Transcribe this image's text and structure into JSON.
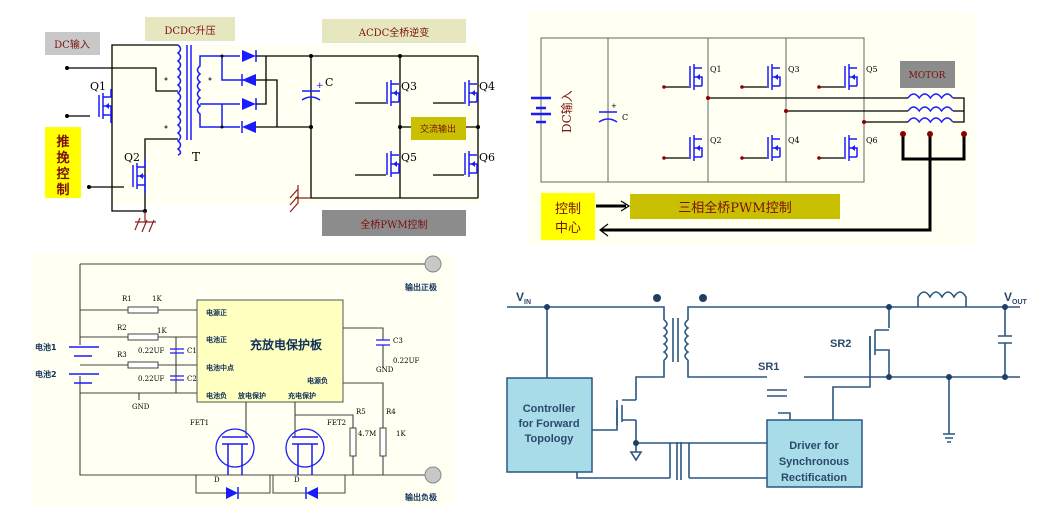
{
  "panel1": {
    "dc_input": "DC输入",
    "dcdc_boost": "DCDC升压",
    "acdc_inverter": "ACDC全桥逆变",
    "push_pull_control": [
      "推",
      "挽",
      "控",
      "制"
    ],
    "q1": "Q1",
    "q2": "Q2",
    "q3": "Q3",
    "q4": "Q4",
    "q5": "Q5",
    "q6": "Q6",
    "transformer": "T",
    "capacitor": "C",
    "ac_output": "交流输出",
    "full_bridge_pwm": "全桥PWM控制",
    "colors": {
      "gray_label": "#c8c8c8",
      "olive_label": "#e6e6bf",
      "yellow": "#ffff00",
      "ac_output": "#c8c000",
      "pwm_box": "#8c8c8c"
    }
  },
  "panel2": {
    "dc_input": "DC输入",
    "capacitor": "C",
    "q1": "Q1",
    "q2": "Q2",
    "q3": "Q3",
    "q4": "Q4",
    "q5": "Q5",
    "q6": "Q6",
    "motor": "MOTOR",
    "control_center": [
      "控制",
      "中心"
    ],
    "three_phase_pwm": "三相全桥PWM控制"
  },
  "panel3": {
    "output_positive": "输出正极",
    "output_negative": "输出负极",
    "battery1": "电池1",
    "battery2": "电池2",
    "r1": "R1",
    "r1_val": "1K",
    "r2": "R2",
    "r2_val": "1K",
    "r3": "R3",
    "c1": "C1",
    "c1_val": "0.22UF",
    "c2": "C2",
    "c2_val": "0.22UF",
    "c3": "C3",
    "c3_val": "0.22UF",
    "gnd": "GND",
    "chip_title": "充放电保护板",
    "pin_power_pos": "电源正",
    "pin_batt_pos": "电池正",
    "pin_batt_mid": "电池中点",
    "pin_batt_neg": "电池负",
    "pin_discharge": "放电保护",
    "pin_charge": "充电保护",
    "pin_power_neg": "电源负",
    "fet1": "FET1",
    "fet2": "FET2",
    "r5": "R5",
    "r5_val": "4.7M",
    "r4": "R4",
    "r4_val": "1K",
    "d": "D"
  },
  "panel4": {
    "vin": "V",
    "vin_sub": "IN",
    "vout": "V",
    "vout_sub": "OUT",
    "sr1": "SR1",
    "sr2": "SR2",
    "controller": [
      "Controller",
      "for Forward",
      "Topology"
    ],
    "driver": [
      "Driver for",
      "Synchronous",
      "Rectification"
    ],
    "colors": {
      "box_fill": "#a9dce9",
      "line": "#2a5780"
    }
  }
}
